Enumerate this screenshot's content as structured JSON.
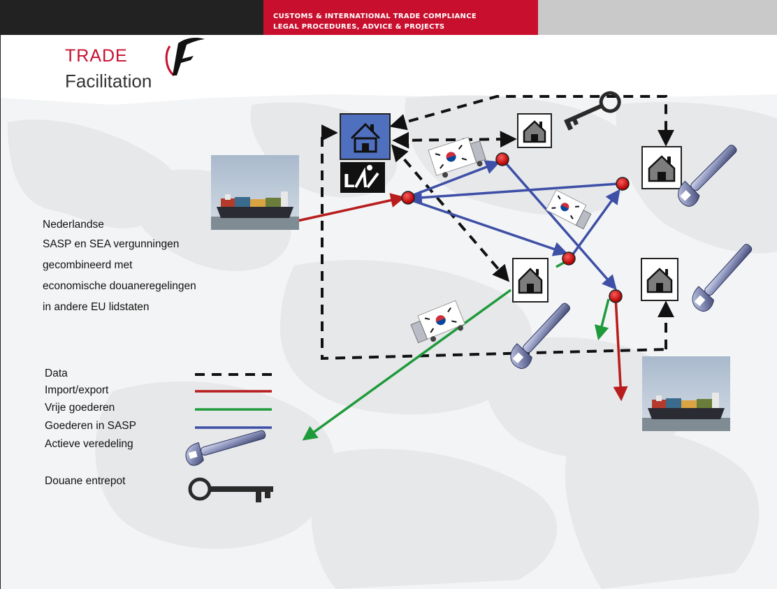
{
  "header": {
    "line1": "CUSTOMS & INTERNATIONAL TRADE COMPLIANCE",
    "line2": "LEGAL PROCEDURES, ADVICE & PROJECTS"
  },
  "logo": {
    "word1": "TRADE",
    "word2": "Facilitation"
  },
  "description": {
    "lines": [
      "Nederlandse",
      "SASP en SEA vergunningen",
      "gecombineerd met",
      "economische douaneregelingen",
      "in andere EU lidstaten"
    ]
  },
  "legend": {
    "items": [
      {
        "label": "Data",
        "style": "dashed",
        "color": "#111111"
      },
      {
        "label": "Import/export",
        "style": "solid",
        "color": "#b81c1c"
      },
      {
        "label": "Vrije goederen",
        "style": "solid",
        "color": "#1f9a3a"
      },
      {
        "label": "Goederen in SASP",
        "style": "solid",
        "color": "#3d4fa6"
      },
      {
        "label": "Actieve veredeling",
        "style": "icon",
        "icon": "wrench-icon"
      },
      {
        "label": "Douane entrepot",
        "style": "icon",
        "icon": "key-icon"
      }
    ]
  },
  "colors": {
    "data": "#111111",
    "import_export": "#b81c1c",
    "free_goods": "#1f9a3a",
    "sasp_goods": "#3d4fa6",
    "node": "#cc1111",
    "hq_box": "#4f6fbf",
    "brand_red": "#c8102e"
  },
  "diagram": {
    "icons": [
      "house-icon",
      "truck-icon",
      "container-ship-photo",
      "wrench-icon",
      "key-icon",
      "customs-logo-icon"
    ]
  }
}
